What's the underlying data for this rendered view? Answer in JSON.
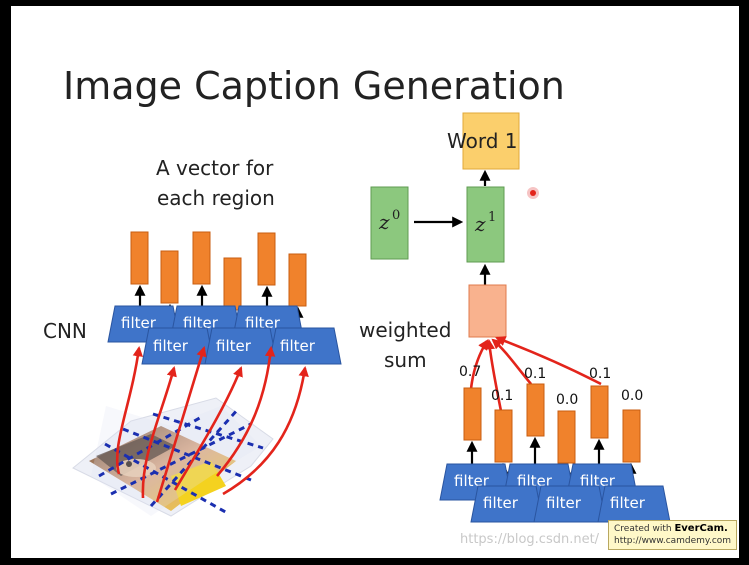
{
  "title": "Image Caption Generation",
  "left": {
    "region_caption_line1": "A vector for",
    "region_caption_line2": "each region",
    "cnn_label": "CNN",
    "filter_label": "filter"
  },
  "right": {
    "word_label": "Word 1",
    "z0_base": "z",
    "z0_sup": "0",
    "z1_base": "z",
    "z1_sup": "1",
    "weighted_line1": "weighted",
    "weighted_line2": "sum",
    "weights": [
      "0.7",
      "0.1",
      "0.1",
      "0.0",
      "0.1",
      "0.0"
    ],
    "filter_label": "filter"
  },
  "badge": {
    "line1": "Created with",
    "brand": "EverCam.",
    "line2": "http://www.camdemy.com"
  },
  "watermark": "https://blog.csdn.net/",
  "colors": {
    "filter": "#3f74c9",
    "feature": "#f0822c",
    "state": "#8cc87e",
    "word": "#fbcf6c",
    "sum": "#f9b28e",
    "attention_arrow": "#e3241b",
    "grid": "#1b2fb0"
  }
}
